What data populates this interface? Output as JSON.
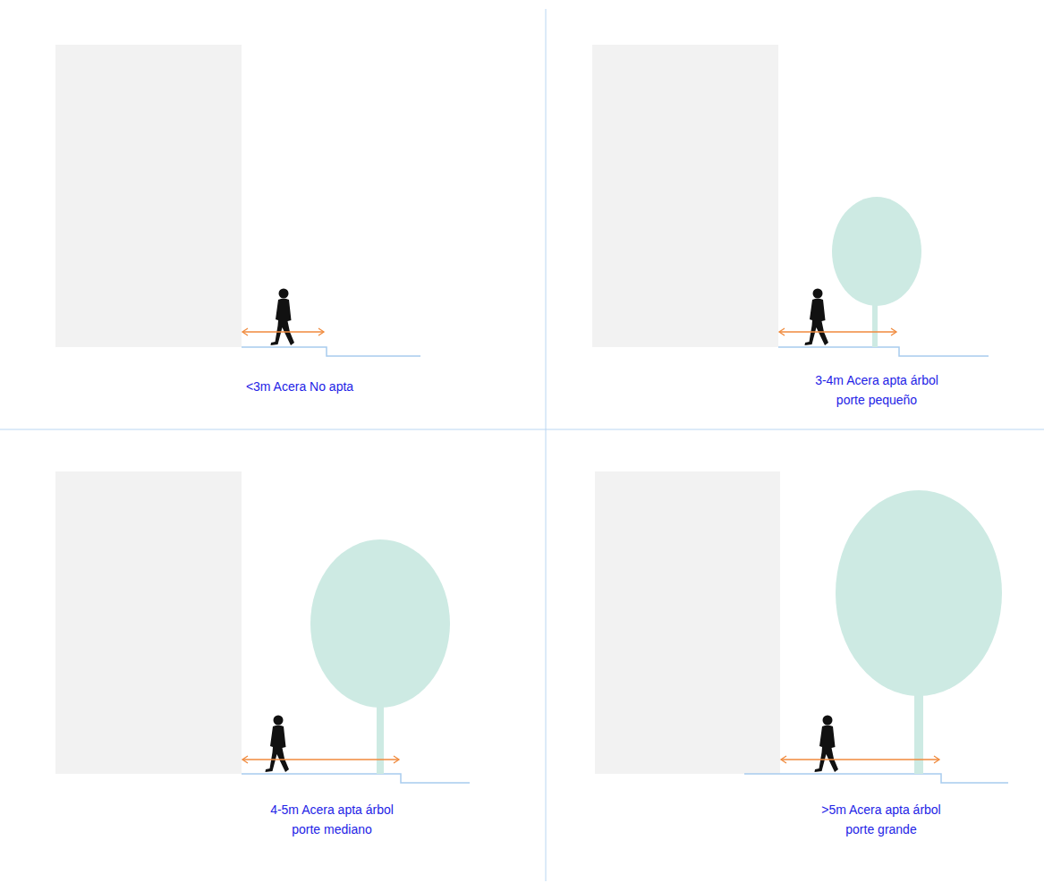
{
  "diagram": {
    "labels": [
      "<3m Acera No apta",
      "3-4m Acera apta árbol porte pequeño",
      "4-5m Acera apta árbol porte mediano",
      ">5m Acera apta árbol porte grande"
    ]
  }
}
